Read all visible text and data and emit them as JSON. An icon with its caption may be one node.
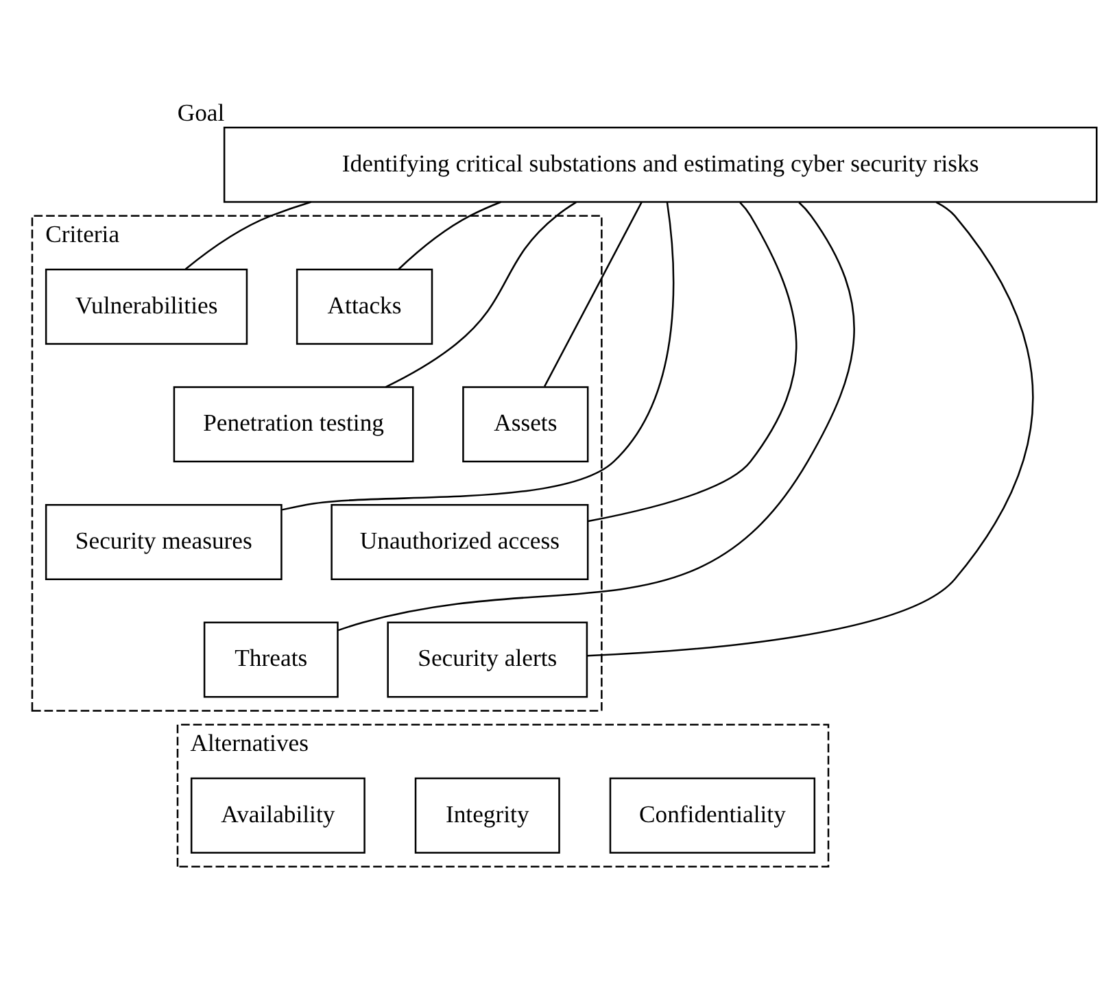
{
  "diagram": {
    "nodes": [
      {
        "text": [
          "Identifying critical substations and estimating cyber security risks"
        ],
        "beside": [
          "Goal"
        ]
      },
      {
        "text": [
          "Criteria"
        ]
      },
      {
        "text": [
          "Attacks"
        ],
        "in": 1
      },
      {
        "text": [
          "Vulnerabilities"
        ],
        "in": 1
      },
      {
        "text": [
          "Penetration testing"
        ],
        "in": 1
      },
      {
        "text": [
          "Assets"
        ],
        "in": 1
      },
      {
        "text": [
          "Security measures"
        ],
        "in": 1
      },
      {
        "text": [
          "Unauthorized access"
        ],
        "in": 1
      },
      {
        "text": [
          "Threats"
        ],
        "in": 1
      },
      {
        "text": [
          "Security alerts"
        ],
        "in": 1
      },
      {
        "text": [
          "Alternatives"
        ]
      },
      {
        "text": [
          "Confidentiality"
        ],
        "in": 10
      },
      {
        "text": [
          "Integrity"
        ],
        "in": 10
      },
      {
        "text": [
          "Availability"
        ],
        "in": 10
      }
    ],
    "edges": [
      {
        "from": 0,
        "to": 2,
        "arrow": "none"
      },
      {
        "from": 0,
        "to": 4,
        "arrow": "none"
      },
      {
        "from": 0,
        "to": 6,
        "arrow": "none"
      },
      {
        "from": 0,
        "to": 8,
        "arrow": "none"
      },
      {
        "from": 0,
        "to": 9,
        "arrow": "none"
      },
      {
        "from": 0,
        "to": 7,
        "arrow": "none"
      },
      {
        "from": 0,
        "to": 5,
        "arrow": "none"
      },
      {
        "from": 0,
        "to": 3,
        "arrow": "none"
      }
    ]
  }
}
